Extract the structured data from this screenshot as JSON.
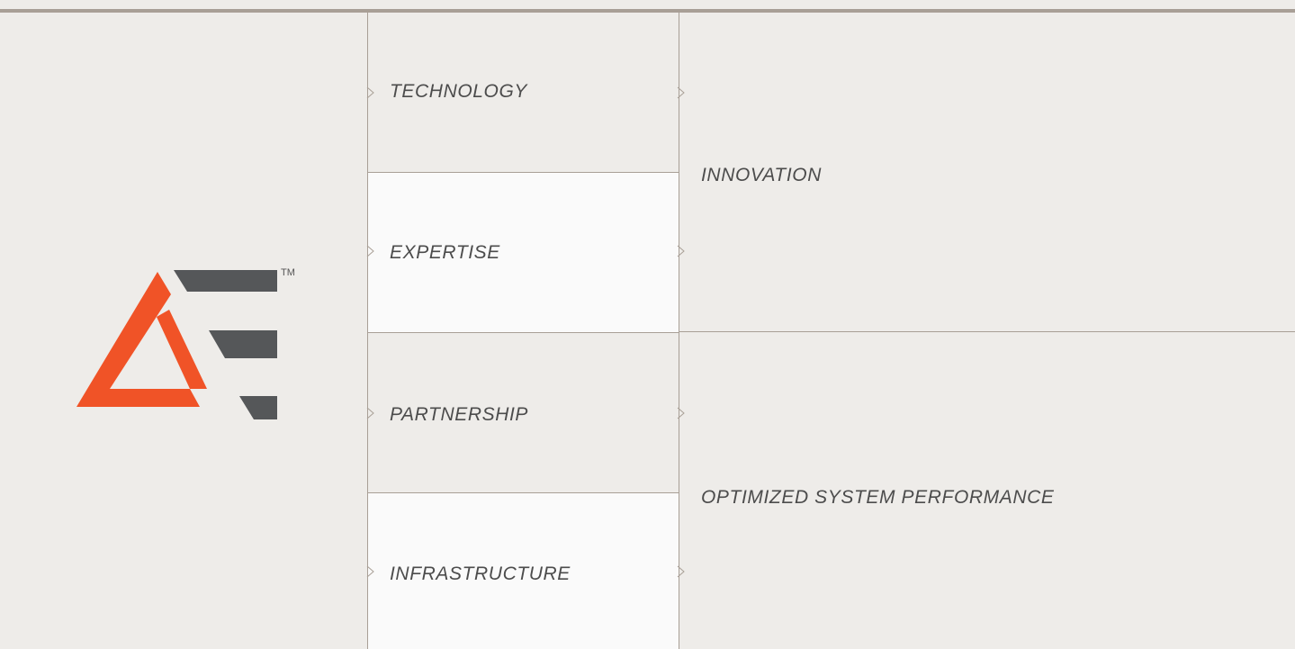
{
  "logo": {
    "tm": "TM",
    "accent_color": "#f05327",
    "bar_color": "#555759"
  },
  "inputs": [
    {
      "label": "TECHNOLOGY"
    },
    {
      "label": "EXPERTISE"
    },
    {
      "label": "PARTNERSHIP"
    },
    {
      "label": "INFRASTRUCTURE"
    }
  ],
  "outcomes": [
    {
      "label": "INNOVATION"
    },
    {
      "label": "OPTIMIZED SYSTEM PERFORMANCE"
    }
  ]
}
